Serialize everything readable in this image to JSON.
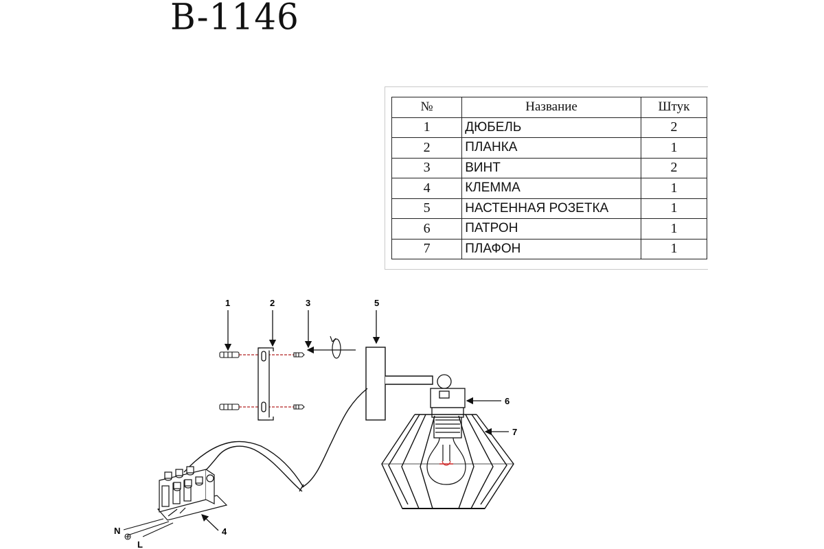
{
  "title": "B-1146",
  "table": {
    "headers": {
      "num": "№",
      "name": "Название",
      "qty": "Штук"
    },
    "rows": [
      {
        "num": "1",
        "name": "ДЮБЕЛЬ",
        "qty": "2"
      },
      {
        "num": "2",
        "name": "ПЛАНКА",
        "qty": "1"
      },
      {
        "num": "3",
        "name": "ВИНТ",
        "qty": "2"
      },
      {
        "num": "4",
        "name": "КЛЕММА",
        "qty": "1"
      },
      {
        "num": "5",
        "name": "НАСТЕННАЯ РОЗЕТКА",
        "qty": "1"
      },
      {
        "num": "6",
        "name": "ПАТРОН",
        "qty": "1"
      },
      {
        "num": "7",
        "name": "ПЛАФОН",
        "qty": "1"
      }
    ]
  },
  "callouts": {
    "c1": "1",
    "c2": "2",
    "c3": "3",
    "c4": "4",
    "c5": "5",
    "c6": "6",
    "c7": "7"
  },
  "terminal_labels": {
    "n": "N",
    "l": "L"
  },
  "colors": {
    "line": "#111111",
    "guide": "#b22222",
    "bulb": "#cc2222"
  }
}
